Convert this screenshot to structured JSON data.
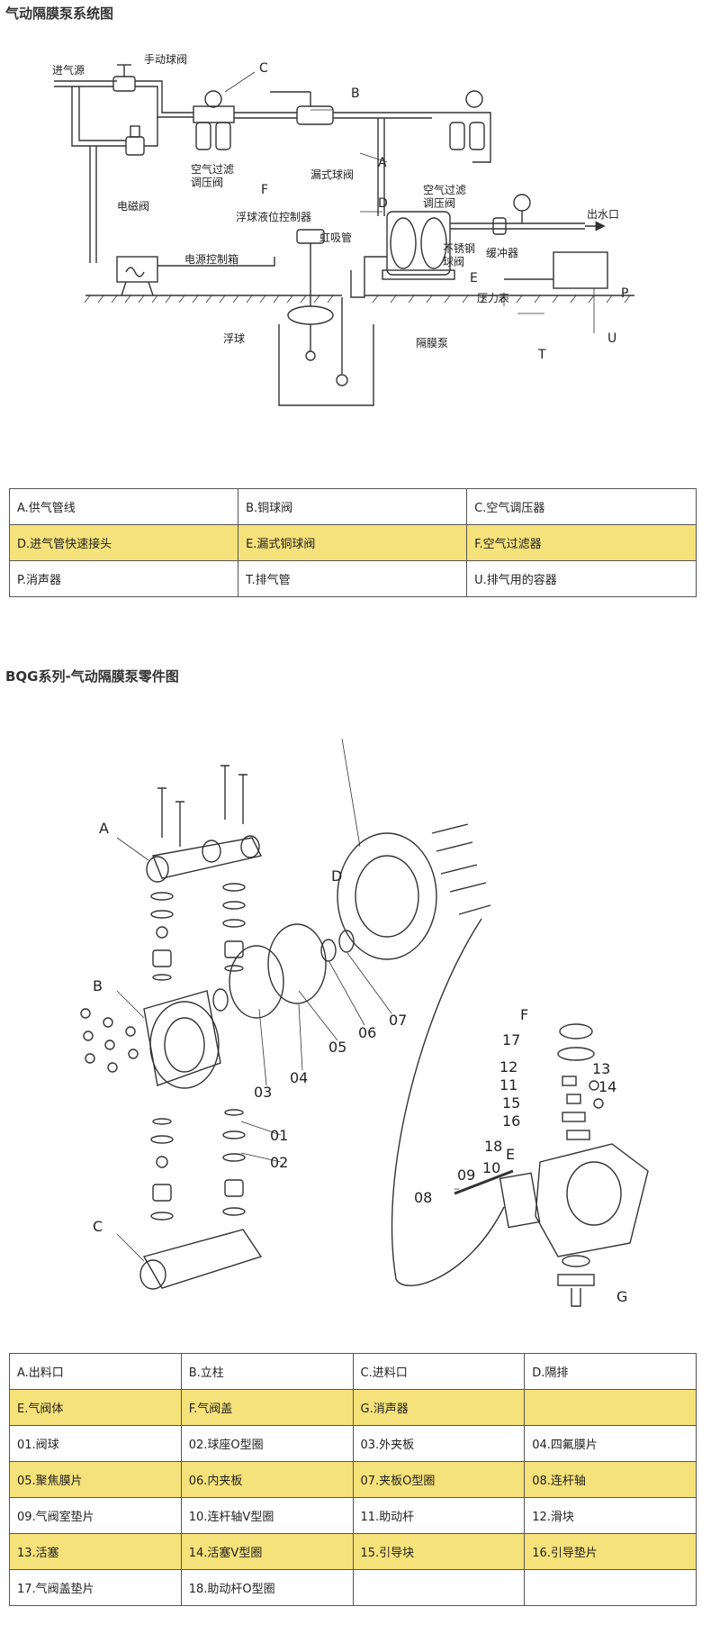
{
  "system": {
    "title": "气动隔膜泵系统图",
    "labels": {
      "inlet_air": "进气源",
      "manual_ball_valve": "手动球阀",
      "c": "C",
      "b": "B",
      "a": "A",
      "d": "D",
      "e": "E",
      "f": "F",
      "p": "P",
      "u": "U",
      "t": "T",
      "filter_regulator_left": "空气过滤\n调压阀",
      "filter_regulator_right": "空气过滤\n调压阀",
      "leak_ball_valve": "漏式球阀",
      "solenoid_valve": "电磁阀",
      "float_controller": "浮球液位控制器",
      "siphon": "虹吸管",
      "stainless_ball_valve": "不锈钢\n球阀",
      "buffer": "缓冲器",
      "water_outlet": "出水口",
      "power_box": "电源控制箱",
      "pressure_gauge": "压力表",
      "float_ball": "浮球",
      "diaphragm_pump": "隔膜泵"
    },
    "legend": [
      [
        "A.供气管线",
        "B.铜球阀",
        "C.空气调压器"
      ],
      [
        "D.进气管快速接头",
        "E.漏式铜球阀",
        "F.空气过滤器"
      ],
      [
        "P.消声器",
        "T.排气管",
        "U.排气用的容器"
      ]
    ]
  },
  "parts": {
    "title": "BQG系列-气动隔膜泵零件图",
    "labels": {
      "a": "A",
      "b": "B",
      "c": "C",
      "d": "D",
      "e": "E",
      "f": "F",
      "g": "G",
      "n01": "01",
      "n02": "02",
      "n03": "03",
      "n04": "04",
      "n05": "05",
      "n06": "06",
      "n07": "07",
      "n08": "08",
      "n09": "09",
      "n10": "10",
      "n11": "11",
      "n12": "12",
      "n13": "13",
      "n14": "14",
      "n15": "15",
      "n16": "16",
      "n17": "17",
      "n18": "18"
    },
    "legend": [
      [
        "A.出料口",
        "B.立柱",
        "C.进料口",
        "D.隔排"
      ],
      [
        "E.气阀体",
        "F.气阀盖",
        "G.消声器",
        ""
      ],
      [
        "01.阀球",
        "02.球座O型圈",
        "03.外夹板",
        "04.四氟膜片"
      ],
      [
        "05.聚焦膜片",
        "06.内夹板",
        "07.夹板O型圈",
        "08.连杆轴"
      ],
      [
        "09.气阀室垫片",
        "10.连杆轴V型圈",
        "11.助动杆",
        "12.滑块"
      ],
      [
        "13.活塞",
        "14.活塞V型圈",
        "15.引导块",
        "16.引导垫片"
      ],
      [
        "17.气阀盖垫片",
        "18.助动杆O型圈",
        "",
        ""
      ]
    ]
  }
}
